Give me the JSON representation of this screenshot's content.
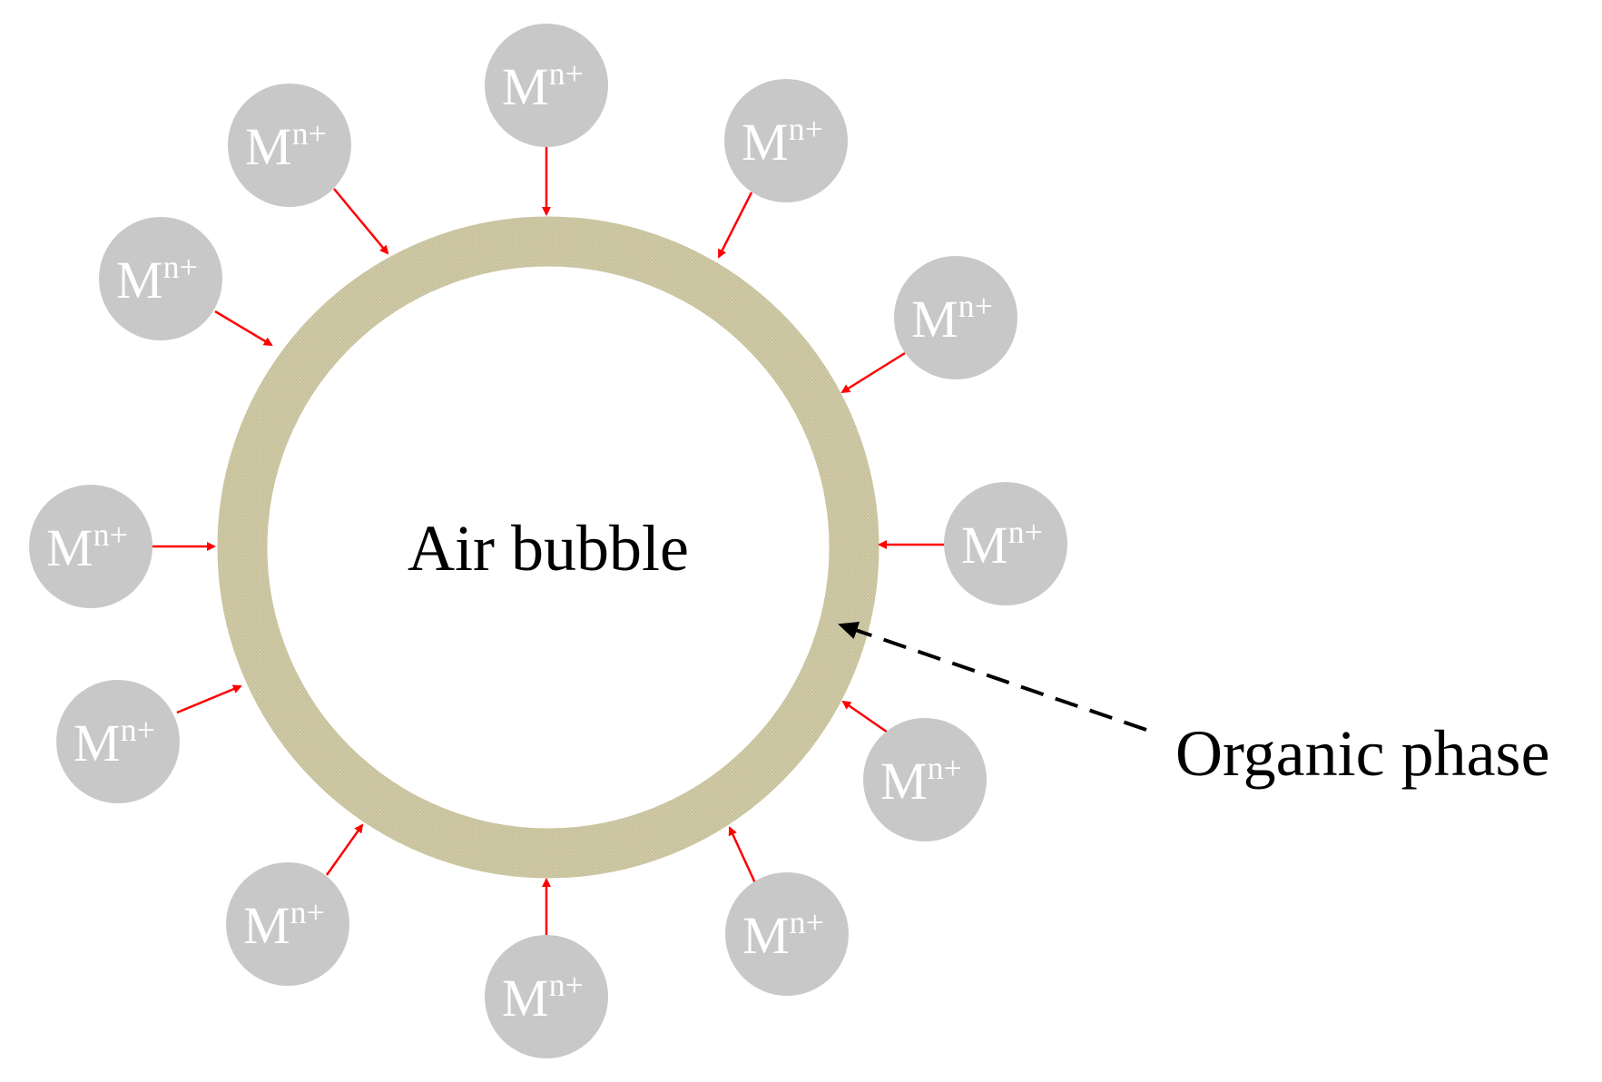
{
  "center_label": "Air bubble",
  "phase_label": "Organic phase",
  "ion": {
    "base": "M",
    "superscript": "n+"
  },
  "ion_count": 12,
  "colors": {
    "ring": "#cdc7a4",
    "ion_fill": "#c8c8c8",
    "ion_text": "#ffffff",
    "arrow": "#ff0000",
    "text": "#000000",
    "dashed_arrow": "#000000"
  }
}
